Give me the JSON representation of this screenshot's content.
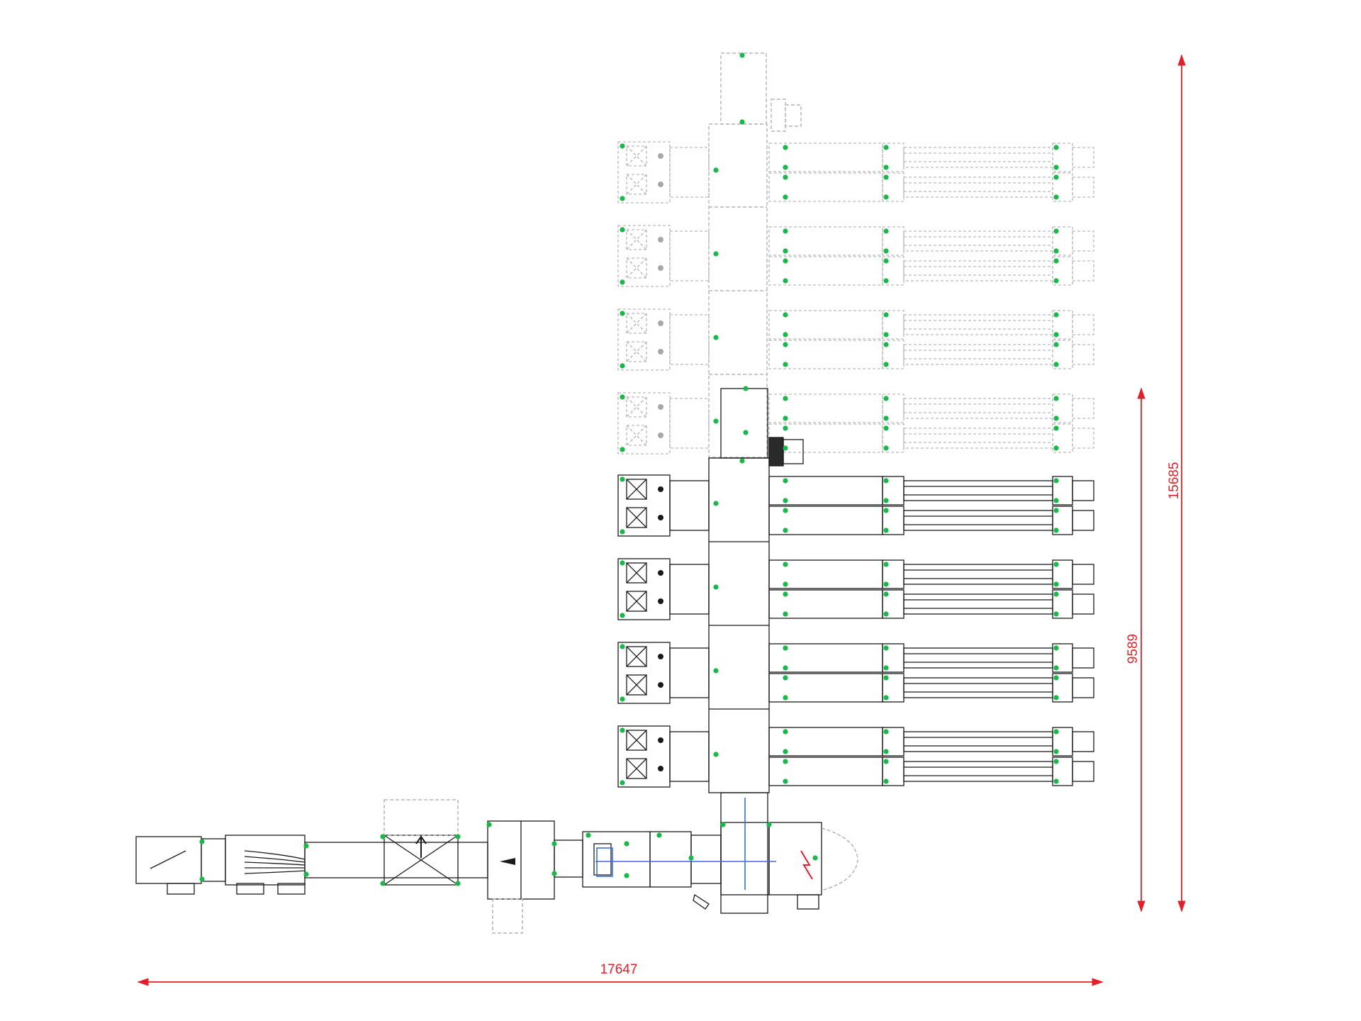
{
  "colors": {
    "dimension": "#e0202a",
    "solid": "#1a1a1a",
    "ghost": "#a8a8a8",
    "sensor": "#19b84a",
    "axis": "#3a6fd8"
  },
  "dimensions": {
    "width_label": "17647",
    "height_label": "15685",
    "partial_height_label": "9589"
  },
  "modules": {
    "ghost_rows": 4,
    "solid_rows": 4
  }
}
